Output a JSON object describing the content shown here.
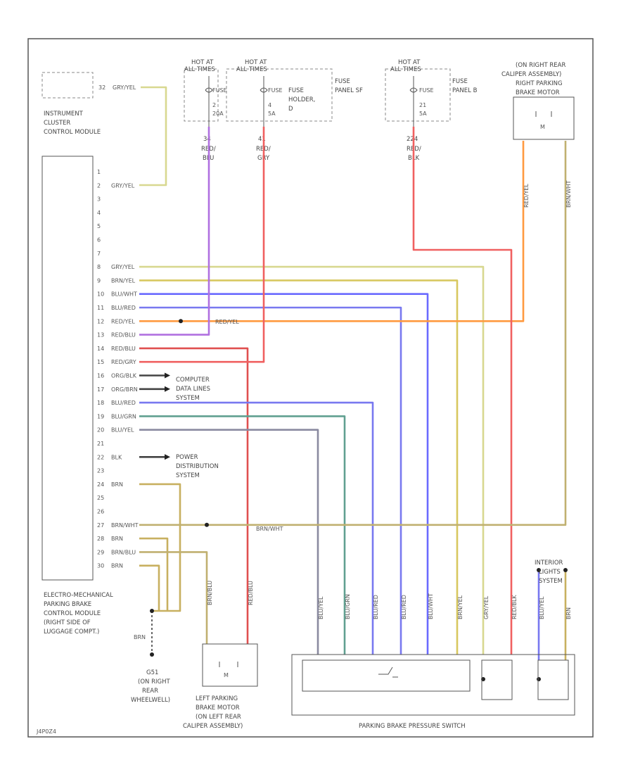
{
  "diagram": {
    "code": "J4P0Z4",
    "colors": {
      "gry_yel": "#d8d890",
      "brn_yel": "#d8c860",
      "blu_wht": "#6a6aff",
      "blu_red": "#7878f0",
      "red_yel": "#ff9a40",
      "red_blu": "#e05050",
      "red_gry": "#f06060",
      "org_blk": "#444444",
      "blu_grn": "#60a090",
      "blu_yel": "#8a8aa0",
      "purple": "#b070e0",
      "brn": "#c8b060",
      "brn_wht": "#c0b070"
    },
    "fuse_groups": [
      {
        "hot": "HOT AT",
        "hot2": "ALL TIMES",
        "fuse": "FUSE",
        "num": "2",
        "amps": "20A"
      },
      {
        "hot": "HOT AT",
        "hot2": "ALL TIMES",
        "fuse": "FUSE",
        "num": "4",
        "amps": "5A"
      },
      {
        "hot": "HOT AT",
        "hot2": "ALL TIMES",
        "fuse": "FUSE",
        "num": "21",
        "amps": "5A"
      }
    ],
    "fuse_panel_a": [
      "FUSE",
      "PANEL SF"
    ],
    "fuse_holder": [
      "FUSE",
      "HOLDER,",
      "D"
    ],
    "fuse_panel_b": [
      "FUSE",
      "PANEL B"
    ],
    "wire_tags": {
      "w1": [
        "34",
        "RED/",
        "BLU"
      ],
      "w2": [
        "41",
        "RED/",
        "GRY"
      ],
      "w3": [
        "224",
        "RED/",
        "BLK"
      ]
    },
    "right_motor": [
      "(ON RIGHT REAR",
      "CALIPER ASSEMBLY)",
      "RIGHT PARKING",
      "BRAKE MOTOR"
    ],
    "instrument_cluster": [
      "INSTRUMENT",
      "CLUSTER",
      "CONTROL MODULE"
    ],
    "icm_pin": "32",
    "icm_wire": "GRY/YEL",
    "module_pins": [
      {
        "n": "1",
        "w": ""
      },
      {
        "n": "2",
        "w": "GRY/YEL"
      },
      {
        "n": "3",
        "w": ""
      },
      {
        "n": "4",
        "w": ""
      },
      {
        "n": "5",
        "w": ""
      },
      {
        "n": "6",
        "w": ""
      },
      {
        "n": "7",
        "w": ""
      },
      {
        "n": "8",
        "w": "GRY/YEL"
      },
      {
        "n": "9",
        "w": "BRN/YEL"
      },
      {
        "n": "10",
        "w": "BLU/WHT"
      },
      {
        "n": "11",
        "w": "BLU/RED"
      },
      {
        "n": "12",
        "w": "RED/YEL"
      },
      {
        "n": "13",
        "w": "RED/BLU"
      },
      {
        "n": "14",
        "w": "RED/BLU"
      },
      {
        "n": "15",
        "w": "RED/GRY"
      },
      {
        "n": "16",
        "w": "ORG/BLK"
      },
      {
        "n": "17",
        "w": "ORG/BRN"
      },
      {
        "n": "18",
        "w": "BLU/RED"
      },
      {
        "n": "19",
        "w": "BLU/GRN"
      },
      {
        "n": "20",
        "w": "BLU/YEL"
      },
      {
        "n": "21",
        "w": ""
      },
      {
        "n": "22",
        "w": "BLK"
      },
      {
        "n": "23",
        "w": ""
      },
      {
        "n": "24",
        "w": "BRN"
      },
      {
        "n": "25",
        "w": ""
      },
      {
        "n": "26",
        "w": ""
      },
      {
        "n": "27",
        "w": "BRN/WHT"
      },
      {
        "n": "28",
        "w": "BRN"
      },
      {
        "n": "29",
        "w": "BRN/BLU"
      },
      {
        "n": "30",
        "w": "BRN"
      }
    ],
    "red_yel_label": "RED/YEL",
    "brn_wht_label": "BRN/WHT",
    "computer_data": [
      "COMPUTER",
      "DATA LINES",
      "SYSTEM"
    ],
    "power_dist": [
      "POWER",
      "DISTRIBUTION",
      "SYSTEM"
    ],
    "module_label": [
      "ELECTRO-MECHANICAL",
      "PARKING BRAKE",
      "CONTROL MODULE",
      "(RIGHT SIDE OF",
      "LUGGAGE COMPT.)"
    ],
    "ground_wire": "BRN",
    "ground_label": [
      "G51",
      "(ON RIGHT",
      "REAR",
      "WHEELWELL)"
    ],
    "left_motor": [
      "LEFT PARKING",
      "BRAKE MOTOR",
      "(ON LEFT REAR",
      "CALIPER ASSEMBLY)"
    ],
    "motor_symbol": "M",
    "interior_lights": [
      "INTERIOR",
      "LIGHTS",
      "SYSTEM"
    ],
    "switch_label": "PARKING BRAKE PRESSURE SWITCH",
    "vertical_tags": {
      "rm1": "RED/YEL",
      "rm2": "BRN/WHT",
      "lm1": "BRN/BLU",
      "lm2": "RED/BLU",
      "s1": "BLU/YEL",
      "s2": "BLU/GRN",
      "s3": "BLU/RED",
      "s4": "BLU/RED",
      "s5": "BLU/WHT",
      "s6": "BRN/YEL",
      "s7": "GRY/YEL",
      "s8": "RED/BLK",
      "s9": "BLU/YEL",
      "s10": "BRN"
    }
  }
}
